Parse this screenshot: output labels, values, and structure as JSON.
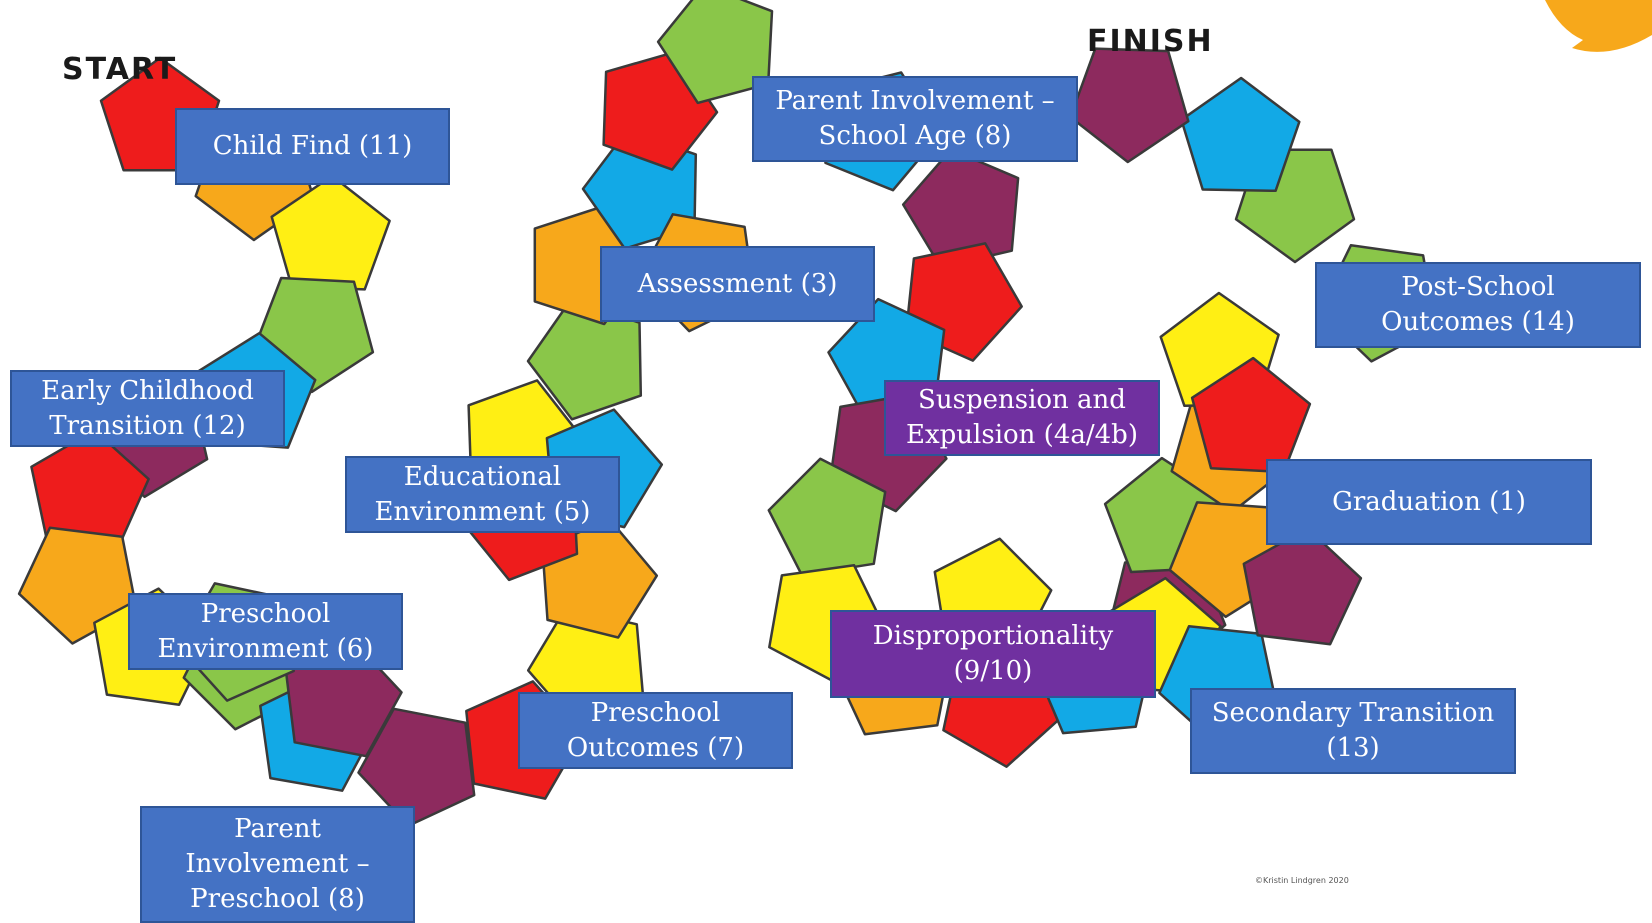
{
  "header": {
    "start": "START",
    "finish": "FINISH"
  },
  "colors": {
    "red": "#ee1c1c",
    "orange": "#f7a81b",
    "yellow": "#ffef14",
    "green": "#8ac649",
    "blue": "#12a9e6",
    "purple": "#8d2a5e",
    "label_blue": "#4472c4",
    "label_purple": "#7030a0",
    "accent_orange": "#f7a81b"
  },
  "path_colors": [
    "red",
    "orange",
    "yellow",
    "green",
    "blue",
    "purple",
    "red",
    "orange",
    "yellow",
    "green",
    "blue",
    "purple",
    "red",
    "yellow",
    "orange",
    "red",
    "yellow",
    "green",
    "orange",
    "blue",
    "red",
    "green",
    "blue",
    "purple",
    "red",
    "blue",
    "purple",
    "green",
    "yellow",
    "orange",
    "red",
    "blue",
    "purple",
    "green",
    "orange",
    "yellow",
    "green",
    "blue",
    "purple",
    "red",
    "orange",
    "yellow",
    "blue",
    "purple",
    "green",
    "yellow",
    "orange",
    "purple",
    "green",
    "blue"
  ],
  "labels": {
    "child_find": [
      "Child Find (11)"
    ],
    "early_childhood": [
      "Early Childhood",
      "Transition (12)"
    ],
    "preschool_env": [
      "Preschool",
      "Environment (6)"
    ],
    "parent_preschool": [
      "Parent",
      "Involvement –",
      "Preschool (8)"
    ],
    "educational_env": [
      "Educational",
      "Environment (5)"
    ],
    "assessment": [
      "Assessment (3)"
    ],
    "parent_school_age": [
      "Parent Involvement –",
      "School Age (8)"
    ],
    "preschool_outcomes": [
      "Preschool",
      "Outcomes (7)"
    ],
    "suspension": [
      "Suspension and",
      "Expulsion (4a/4b)"
    ],
    "disproportionality": [
      "Disproportionality",
      "(9/10)"
    ],
    "post_school": [
      "Post-School",
      "Outcomes (14)"
    ],
    "graduation": [
      "Graduation (1)"
    ],
    "secondary_transition": [
      "Secondary Transition",
      "(13)"
    ]
  },
  "copyright": "©Kristin Lindgren 2020"
}
